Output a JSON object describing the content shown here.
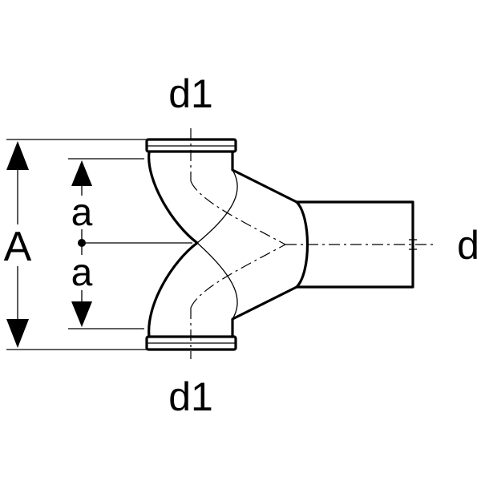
{
  "labels": {
    "top_inlet": "d1",
    "bottom_inlet": "d1",
    "outlet": "d",
    "overall_height": "A",
    "half_upper": "a",
    "half_lower": "a"
  },
  "colors": {
    "line": "#000000",
    "background": "#ffffff"
  }
}
